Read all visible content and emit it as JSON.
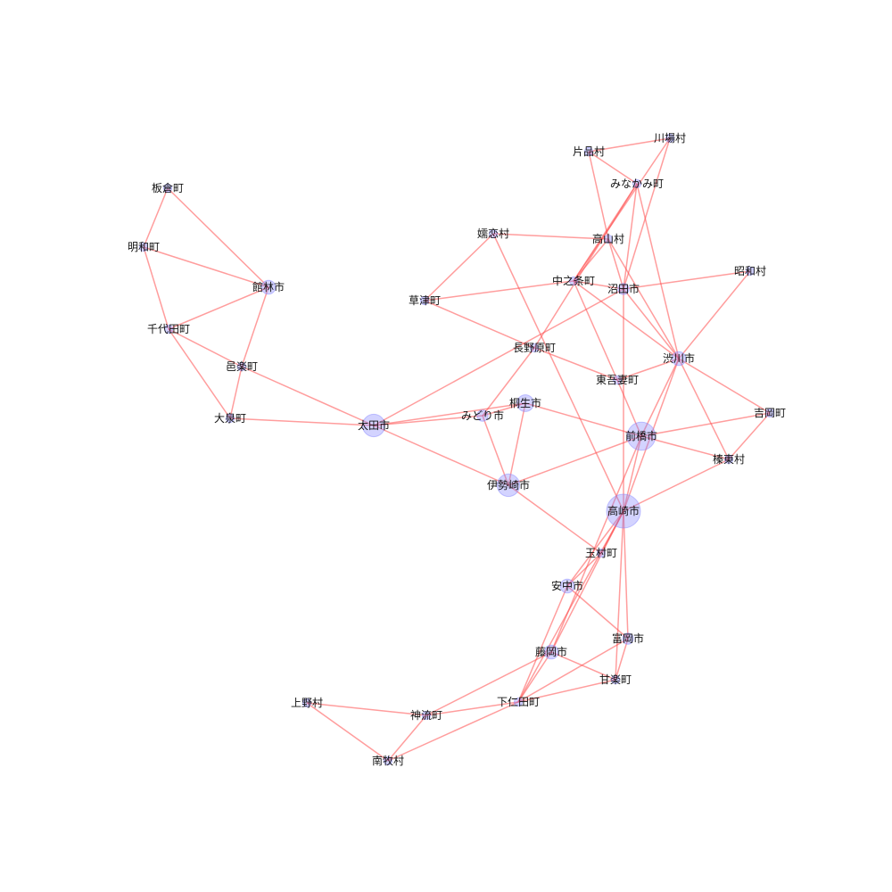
{
  "graph": {
    "nodes": [
      {
        "id": "takasaki",
        "label": "高崎市",
        "weight": 5
      },
      {
        "id": "maebashi",
        "label": "前橋市",
        "weight": 4
      },
      {
        "id": "ota",
        "label": "太田市",
        "weight": 3
      },
      {
        "id": "isesaki",
        "label": "伊勢崎市",
        "weight": 3
      },
      {
        "id": "kiryu",
        "label": "桐生市",
        "weight": 2
      },
      {
        "id": "midori",
        "label": "みどり市",
        "weight": 1
      },
      {
        "id": "shibukawa",
        "label": "渋川市",
        "weight": 1.5
      },
      {
        "id": "numata",
        "label": "沼田市",
        "weight": 1
      },
      {
        "id": "tatebayashi",
        "label": "館林市",
        "weight": 1.5
      },
      {
        "id": "annaka",
        "label": "安中市",
        "weight": 1.5
      },
      {
        "id": "fujioka",
        "label": "藤岡市",
        "weight": 1.5
      },
      {
        "id": "tomioka",
        "label": "富岡市",
        "weight": 1
      },
      {
        "id": "itakura",
        "label": "板倉町",
        "weight": 0.5
      },
      {
        "id": "meiwa",
        "label": "明和町",
        "weight": 0.5
      },
      {
        "id": "chiyoda",
        "label": "千代田町",
        "weight": 0.5
      },
      {
        "id": "ora",
        "label": "邑楽町",
        "weight": 0.5
      },
      {
        "id": "oizumi",
        "label": "大泉町",
        "weight": 0.5
      },
      {
        "id": "katashina",
        "label": "片品村",
        "weight": 0.5
      },
      {
        "id": "kawaba",
        "label": "川場村",
        "weight": 0.5
      },
      {
        "id": "minakami",
        "label": "みなかみ町",
        "weight": 0.5
      },
      {
        "id": "tsumagoi",
        "label": "嬬恋村",
        "weight": 0.5
      },
      {
        "id": "takayama",
        "label": "高山村",
        "weight": 0.5
      },
      {
        "id": "kusatsu",
        "label": "草津町",
        "weight": 0.5
      },
      {
        "id": "nakanojo",
        "label": "中之条町",
        "weight": 0.5
      },
      {
        "id": "showa",
        "label": "昭和村",
        "weight": 0.5
      },
      {
        "id": "naganohara",
        "label": "長野原町",
        "weight": 0.5
      },
      {
        "id": "higashiagatsuma",
        "label": "東吾妻町",
        "weight": 0.5
      },
      {
        "id": "yoshioka",
        "label": "吉岡町",
        "weight": 0.5
      },
      {
        "id": "shinto",
        "label": "榛東村",
        "weight": 0.5
      },
      {
        "id": "tamamura",
        "label": "玉村町",
        "weight": 0.5
      },
      {
        "id": "kanra",
        "label": "甘楽町",
        "weight": 0.5
      },
      {
        "id": "shimonita",
        "label": "下仁田町",
        "weight": 0.5
      },
      {
        "id": "ueno",
        "label": "上野村",
        "weight": 0.5
      },
      {
        "id": "kanna",
        "label": "神流町",
        "weight": 0.5
      },
      {
        "id": "nanmoku",
        "label": "南牧村",
        "weight": 0.5
      }
    ],
    "edges": [
      [
        "itakura",
        "meiwa"
      ],
      [
        "itakura",
        "tatebayashi"
      ],
      [
        "meiwa",
        "tatebayashi"
      ],
      [
        "meiwa",
        "chiyoda"
      ],
      [
        "chiyoda",
        "tatebayashi"
      ],
      [
        "chiyoda",
        "ora"
      ],
      [
        "chiyoda",
        "oizumi"
      ],
      [
        "tatebayashi",
        "ora"
      ],
      [
        "ora",
        "oizumi"
      ],
      [
        "ora",
        "ota"
      ],
      [
        "oizumi",
        "ota"
      ],
      [
        "ota",
        "midori"
      ],
      [
        "ota",
        "kiryu"
      ],
      [
        "ota",
        "isesaki"
      ],
      [
        "ota",
        "numata"
      ],
      [
        "midori",
        "kiryu"
      ],
      [
        "midori",
        "isesaki"
      ],
      [
        "midori",
        "naganohara"
      ],
      [
        "kiryu",
        "isesaki"
      ],
      [
        "kiryu",
        "maebashi"
      ],
      [
        "isesaki",
        "maebashi"
      ],
      [
        "isesaki",
        "tamamura"
      ],
      [
        "maebashi",
        "shibukawa"
      ],
      [
        "maebashi",
        "yoshioka"
      ],
      [
        "maebashi",
        "shinto"
      ],
      [
        "maebashi",
        "takasaki"
      ],
      [
        "maebashi",
        "higashiagatsuma"
      ],
      [
        "maebashi",
        "fujioka"
      ],
      [
        "takasaki",
        "shinto"
      ],
      [
        "takasaki",
        "shibukawa"
      ],
      [
        "takasaki",
        "tamamura"
      ],
      [
        "takasaki",
        "annaka"
      ],
      [
        "takasaki",
        "fujioka"
      ],
      [
        "takasaki",
        "tomioka"
      ],
      [
        "takasaki",
        "kanra"
      ],
      [
        "takasaki",
        "shimonita"
      ],
      [
        "takasaki",
        "numata"
      ],
      [
        "shibukawa",
        "yoshioka"
      ],
      [
        "shibukawa",
        "shinto"
      ],
      [
        "shibukawa",
        "showa"
      ],
      [
        "shibukawa",
        "numata"
      ],
      [
        "shibukawa",
        "nakanojo"
      ],
      [
        "shibukawa",
        "higashiagatsuma"
      ],
      [
        "shibukawa",
        "takayama"
      ],
      [
        "shibukawa",
        "minakami"
      ],
      [
        "yoshioka",
        "shinto"
      ],
      [
        "numata",
        "showa"
      ],
      [
        "numata",
        "kawaba"
      ],
      [
        "numata",
        "minakami"
      ],
      [
        "numata",
        "takayama"
      ],
      [
        "numata",
        "nakanojo"
      ],
      [
        "katashina",
        "kawaba"
      ],
      [
        "katashina",
        "minakami"
      ],
      [
        "katashina",
        "takayama"
      ],
      [
        "kawaba",
        "nakanojo"
      ],
      [
        "minakami",
        "nakanojo"
      ],
      [
        "minakami",
        "naganohara"
      ],
      [
        "tsumagoi",
        "takayama"
      ],
      [
        "tsumagoi",
        "kusatsu"
      ],
      [
        "tsumagoi",
        "takasaki"
      ],
      [
        "takayama",
        "nakanojo"
      ],
      [
        "kusatsu",
        "nakanojo"
      ],
      [
        "kusatsu",
        "naganohara"
      ],
      [
        "nakanojo",
        "higashiagatsuma"
      ],
      [
        "naganohara",
        "higashiagatsuma"
      ],
      [
        "tamamura",
        "annaka"
      ],
      [
        "annaka",
        "tomioka"
      ],
      [
        "annaka",
        "shimonita"
      ],
      [
        "fujioka",
        "kanra"
      ],
      [
        "fujioka",
        "kanna"
      ],
      [
        "fujioka",
        "shimonita"
      ],
      [
        "tomioka",
        "kanra"
      ],
      [
        "tomioka",
        "shimonita"
      ],
      [
        "kanra",
        "shimonita"
      ],
      [
        "shimonita",
        "kanna"
      ],
      [
        "shimonita",
        "nanmoku"
      ],
      [
        "ueno",
        "kanna"
      ],
      [
        "ueno",
        "nanmoku"
      ],
      [
        "kanna",
        "nanmoku"
      ]
    ]
  }
}
